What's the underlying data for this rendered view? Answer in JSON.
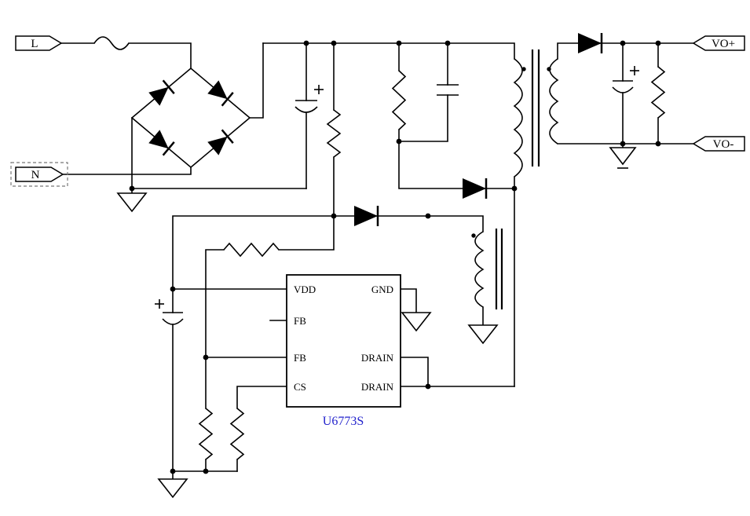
{
  "schematic": {
    "input_terminals": {
      "live": "L",
      "neutral": "N"
    },
    "output_terminals": {
      "positive": "VO+",
      "negative": "VO-"
    },
    "controller": {
      "part_number": "U6773S",
      "pins": {
        "vdd": "VDD",
        "fb_upper": "FB",
        "fb_lower": "FB",
        "cs": "CS",
        "gnd": "GND",
        "drain_upper": "DRAIN",
        "drain_lower": "DRAIN"
      }
    },
    "colors": {
      "wire": "#000000",
      "background": "#ffffff",
      "part_label": "#2222cc"
    }
  }
}
